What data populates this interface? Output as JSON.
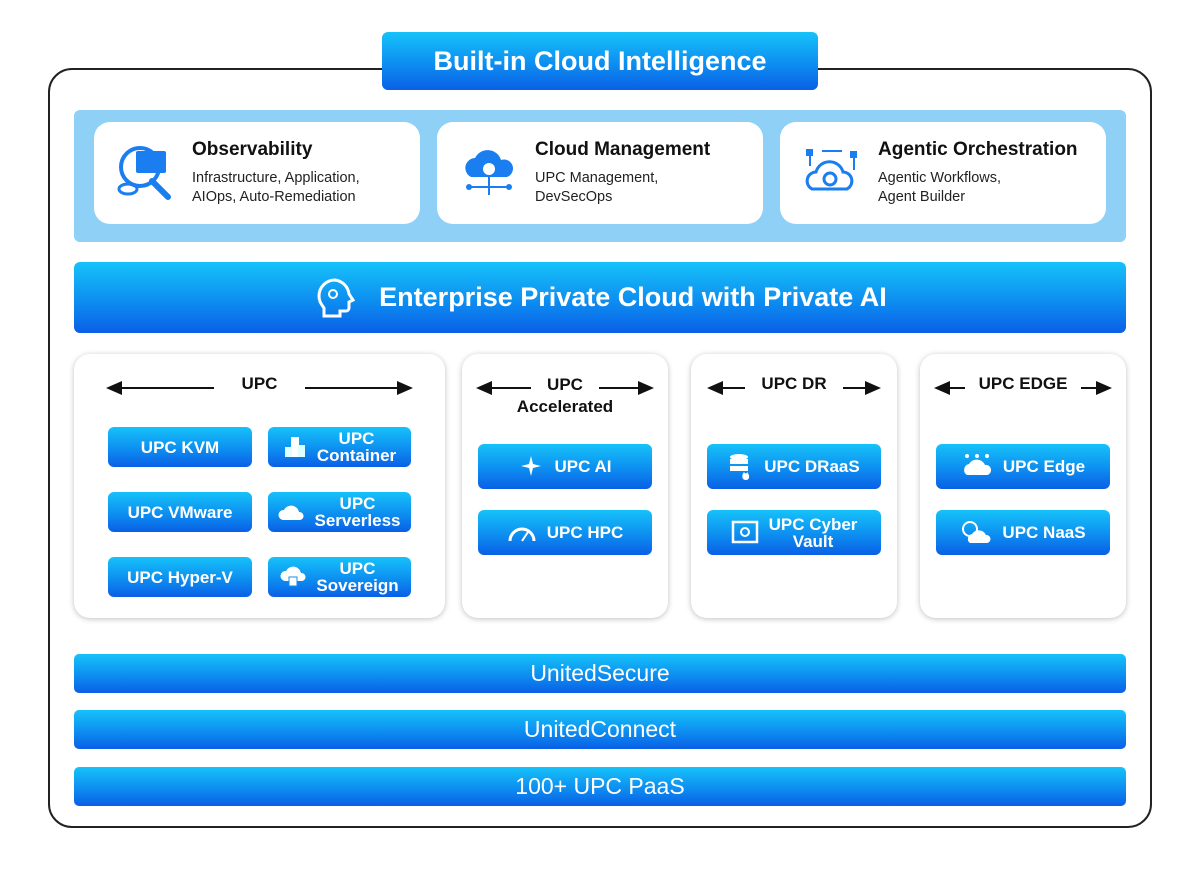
{
  "title": "Built-in Cloud Intelligence",
  "cards": [
    {
      "title": "Observability",
      "desc1": "Infrastructure, Application,",
      "desc2": "AIOps, Auto-Remediation"
    },
    {
      "title": "Cloud Management",
      "desc1": "UPC Management,",
      "desc2": "DevSecOps"
    },
    {
      "title": "Agentic Orchestration",
      "desc1": "Agentic Workflows,",
      "desc2": "Agent Builder"
    }
  ],
  "enterprise": "Enterprise Private Cloud with Private AI",
  "columns": [
    {
      "header": "UPC",
      "items": [
        "UPC KVM",
        "UPC VMware",
        "UPC Hyper-V"
      ],
      "items2": [
        [
          "UPC",
          "Container"
        ],
        [
          "UPC",
          "Serverless"
        ],
        [
          "UPC",
          "Sovereign"
        ]
      ]
    },
    {
      "header1": "UPC",
      "header2": "Accelerated",
      "items": [
        "UPC AI",
        "UPC HPC"
      ]
    },
    {
      "header": "UPC DR",
      "items": [
        "UPC DRaaS"
      ],
      "vault": [
        "UPC Cyber",
        "Vault"
      ]
    },
    {
      "header": "UPC EDGE",
      "items": [
        "UPC Edge",
        "UPC NaaS"
      ]
    }
  ],
  "bars": [
    "UnitedSecure",
    "UnitedConnect",
    "100+ UPC PaaS"
  ],
  "colors": {
    "accent": "#0d8ef0",
    "band": "#8fd0f7"
  }
}
